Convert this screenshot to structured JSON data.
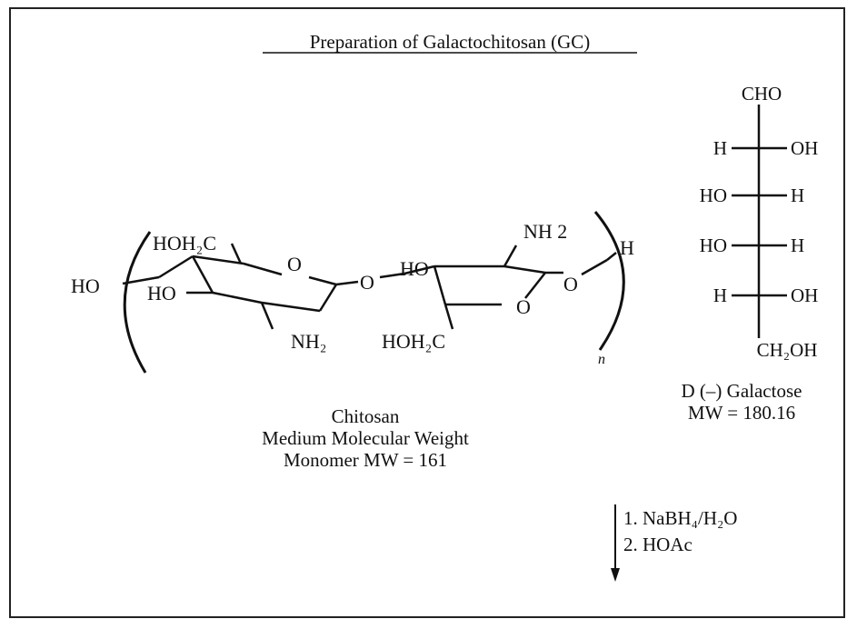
{
  "title": "Preparation of Galactochitosan (GC)",
  "chitosan": {
    "hoh2c_top": "HOH₂C",
    "o_ring1": "O",
    "ho_left": "HO",
    "ho_ring1": "HO",
    "nh2_ring1": "NH₂",
    "o_bridge": "O",
    "ho_ring2": "HO",
    "nh2_ring2": "NH 2",
    "o_ring2": "O",
    "hoh2c_bottom": "HOH₂C",
    "o_end": "O",
    "h_end": "H",
    "n_sub": "n",
    "name": "Chitosan",
    "line2": "Medium Molecular Weight",
    "line3": "Monomer MW = 161"
  },
  "galactose": {
    "cho": "CHO",
    "r1_left": "H",
    "r1_right": "OH",
    "r2_left": "HO",
    "r2_right": "H",
    "r3_left": "HO",
    "r3_right": "H",
    "r4_left": "H",
    "r4_right": "OH",
    "ch2oh": "CH₂OH",
    "name": "D (–) Galactose",
    "mw": "MW = 180.16"
  },
  "reaction": {
    "step1": "1. NaBH₄/H₂O",
    "step2": "2. HOAc"
  }
}
